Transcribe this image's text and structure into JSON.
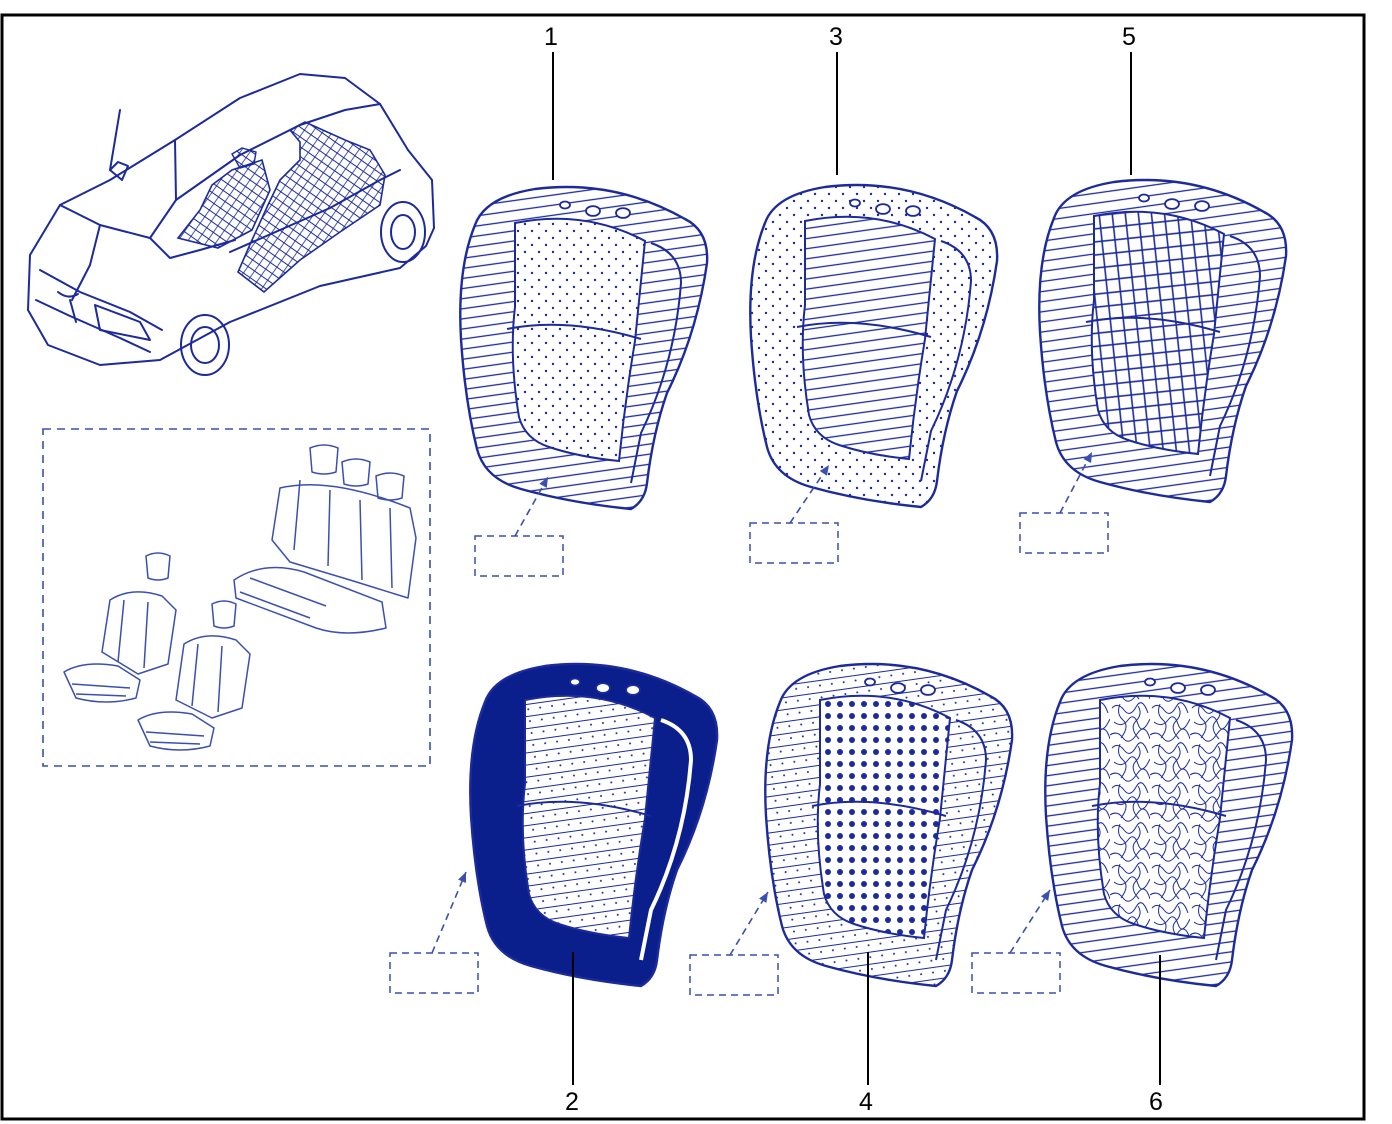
{
  "colors": {
    "ink": "#1c2a9b",
    "fill_dark": "#0b1f8c",
    "frame": "#000000",
    "leader": "#000000",
    "ref_box": "#3a4fb0"
  },
  "callouts": [
    {
      "id": "1",
      "label": "1",
      "pattern": "hatch-dots"
    },
    {
      "id": "2",
      "label": "2",
      "pattern": "dark-sides"
    },
    {
      "id": "3",
      "label": "3",
      "pattern": "dots-stripes"
    },
    {
      "id": "4",
      "label": "4",
      "pattern": "stripes-dots-columns"
    },
    {
      "id": "5",
      "label": "5",
      "pattern": "stripes-grid"
    },
    {
      "id": "6",
      "label": "6",
      "pattern": "stripes-scribble"
    }
  ],
  "icons": {
    "vehicle": "car-cutaway-icon",
    "seat_set": "seat-set-icon"
  }
}
